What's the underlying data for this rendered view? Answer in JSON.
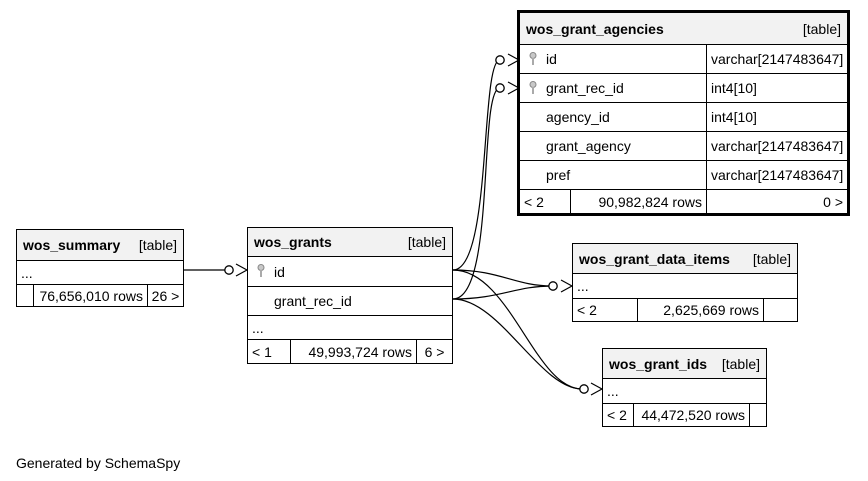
{
  "tables": {
    "wos_grant_agencies": {
      "name": "wos_grant_agencies",
      "kind": "[table]",
      "columns": [
        {
          "name": "id",
          "type": "varchar[2147483647]",
          "key": true
        },
        {
          "name": "grant_rec_id",
          "type": "int4[10]",
          "key": true
        },
        {
          "name": "agency_id",
          "type": "int4[10]",
          "key": false
        },
        {
          "name": "grant_agency",
          "type": "varchar[2147483647]",
          "key": false
        },
        {
          "name": "pref",
          "type": "varchar[2147483647]",
          "key": false
        }
      ],
      "footer": {
        "parents": "< 2",
        "rows": "90,982,824 rows",
        "children": "0 >"
      }
    },
    "wos_summary": {
      "name": "wos_summary",
      "kind": "[table]",
      "ellipsis": "...",
      "footer": {
        "rows": "76,656,010 rows",
        "children": "26 >"
      }
    },
    "wos_grants": {
      "name": "wos_grants",
      "kind": "[table]",
      "columns": [
        {
          "name": "id",
          "key": true
        },
        {
          "name": "grant_rec_id",
          "key": false
        }
      ],
      "ellipsis": "...",
      "footer": {
        "parents": "< 1",
        "rows": "49,993,724 rows",
        "children": "6 >"
      }
    },
    "wos_grant_data_items": {
      "name": "wos_grant_data_items",
      "kind": "[table]",
      "ellipsis": "...",
      "footer": {
        "parents": "< 2",
        "rows": "2,625,669 rows"
      }
    },
    "wos_grant_ids": {
      "name": "wos_grant_ids",
      "kind": "[table]",
      "ellipsis": "...",
      "footer": {
        "parents": "< 2",
        "rows": "44,472,520 rows"
      }
    }
  },
  "generated_by": "Generated by SchemaSpy"
}
